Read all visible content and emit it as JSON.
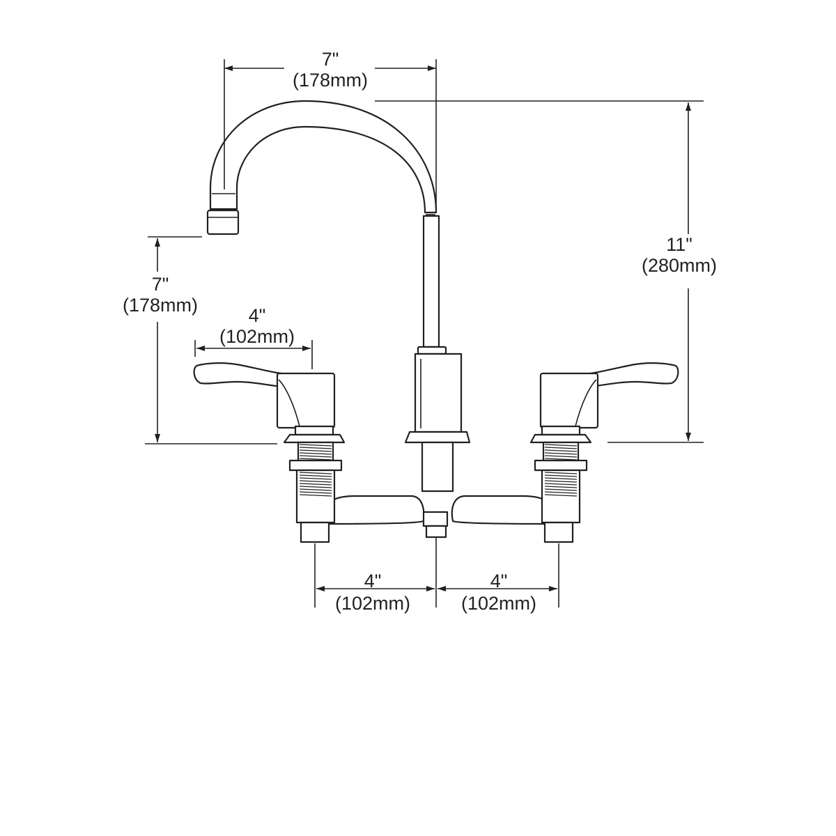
{
  "dimensions": {
    "spout_reach": {
      "inches": "7\"",
      "mm": "(178mm)"
    },
    "spout_height": {
      "inches": "11\"",
      "mm": "(280mm)"
    },
    "aerator_height": {
      "inches": "7\"",
      "mm": "(178mm)"
    },
    "handle_length": {
      "inches": "4\"",
      "mm": "(102mm)"
    },
    "left_spacing": {
      "inches": "4\"",
      "mm": "(102mm)"
    },
    "right_spacing": {
      "inches": "4\"",
      "mm": "(102mm)"
    }
  }
}
